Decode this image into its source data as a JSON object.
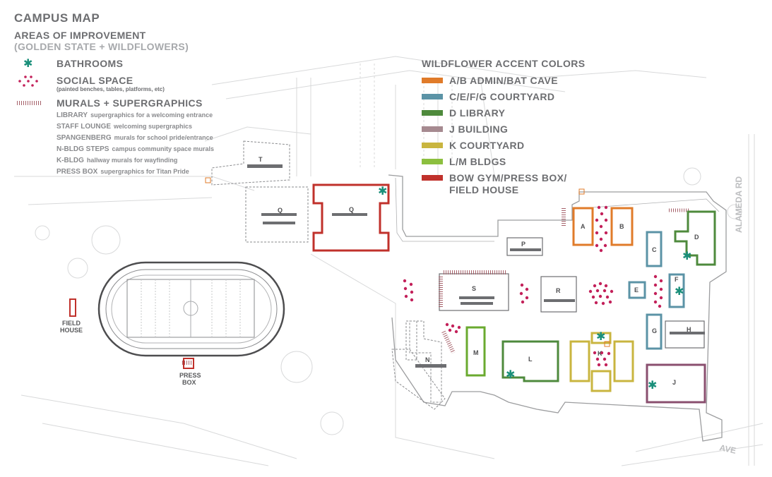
{
  "header": {
    "title": "CAMPUS MAP",
    "subtitle": "AREAS OF IMPROVEMENT",
    "subtitle2": "(GOLDEN STATE + WILDFLOWERS)"
  },
  "legend": {
    "bathrooms": {
      "label": "BATHROOMS",
      "icon": "asterisk-icon",
      "color": "#1a8f7a"
    },
    "social": {
      "label": "SOCIAL SPACE",
      "note": "(painted benches, tables, platforms, etc)",
      "icon": "dots-cluster-icon",
      "color": "#c3215a"
    },
    "murals": {
      "label": "MURALS + SUPERGRAPHICS",
      "icon": "hatch-icon",
      "color": "#a6616a",
      "items": [
        {
          "name": "LIBRARY",
          "desc": "supergraphics for a welcoming entrance"
        },
        {
          "name": "STAFF LOUNGE",
          "desc": "welcoming supergraphics"
        },
        {
          "name": "SPANGENBERG",
          "desc": "murals for school pride/entrance"
        },
        {
          "name": "N-BLDG STEPS",
          "desc": "campus community space murals"
        },
        {
          "name": "K-BLDG",
          "desc": "hallway murals for wayfinding"
        },
        {
          "name": "PRESS BOX",
          "desc": "supergraphics for Titan Pride"
        }
      ]
    }
  },
  "accent": {
    "title": "WILDFLOWER ACCENT COLORS",
    "items": [
      {
        "label": "A/B ADMIN/BAT CAVE",
        "color": "#e07b2a"
      },
      {
        "label": "C/E/F/G COURTYARD",
        "color": "#5b93a6"
      },
      {
        "label": "D LIBRARY",
        "color": "#4e8a3c"
      },
      {
        "label": "J BUILDING",
        "color": "#a68a90"
      },
      {
        "label": "K COURTYARD",
        "color": "#c9b53f"
      },
      {
        "label": "L/M BLDGS",
        "color": "#8cbf3f"
      },
      {
        "label": "BOW GYM/PRESS BOX/",
        "label2": "FIELD HOUSE",
        "color": "#c0312b"
      }
    ]
  },
  "map": {
    "buildings": {
      "T": "T",
      "Q1": "Q",
      "Q2": "Q",
      "P": "P",
      "S": "S",
      "R": "R",
      "A": "A",
      "B": "B",
      "C": "C",
      "D": "D",
      "E": "E",
      "F": "F",
      "G": "G",
      "H": "H",
      "J": "J",
      "K": "K",
      "L": "L",
      "M": "M",
      "N": "N"
    },
    "field_house": {
      "line1": "FIELD",
      "line2": "HOUSE"
    },
    "press_box": {
      "line1": "PRESS",
      "line2": "BOX"
    },
    "roads": {
      "alameda": "ALAMEDA RD",
      "ave": "AVE"
    }
  }
}
